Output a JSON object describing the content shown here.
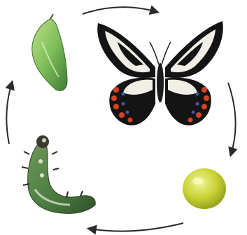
{
  "diagram": {
    "type": "life-cycle",
    "stages": [
      {
        "id": "adult",
        "icon": "butterfly-icon"
      },
      {
        "id": "egg",
        "icon": "egg-icon"
      },
      {
        "id": "larva",
        "icon": "caterpillar-icon"
      },
      {
        "id": "pupa",
        "icon": "chrysalis-icon"
      }
    ],
    "flow": "clockwise",
    "colors": {
      "arrow": "#2b2b2b",
      "wing_black": "#141414",
      "wing_cream": "#f1efe5",
      "wing_red": "#d8411f",
      "wing_blue": "#3c5aa6",
      "egg": "#c8d334",
      "caterpillar": "#4a7a3f",
      "chrysalis": "#7fbf5a"
    }
  }
}
